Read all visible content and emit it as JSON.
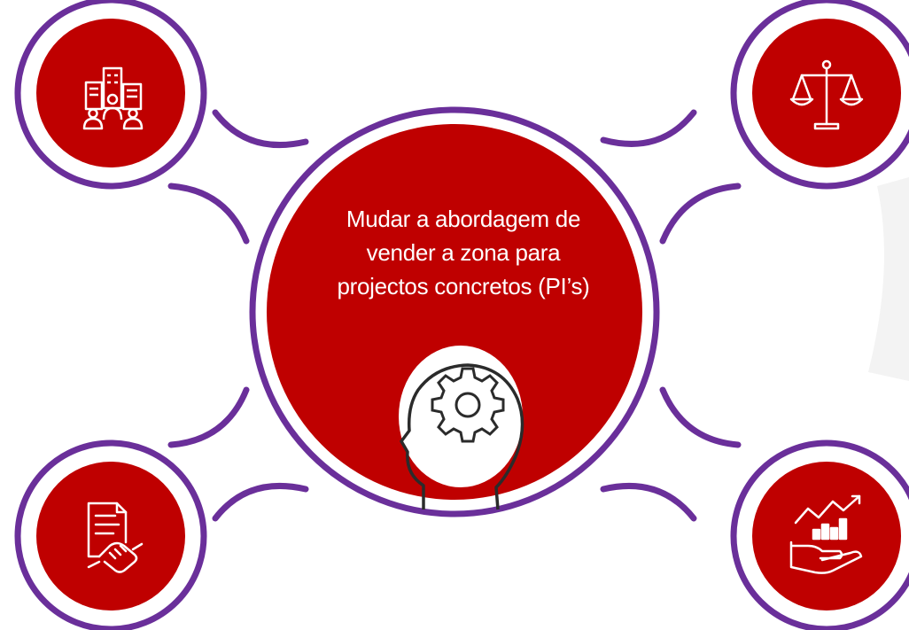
{
  "colors": {
    "ring": "#6a2f9a",
    "node_fill": "#bf0000",
    "icon_stroke": "#ffffff",
    "head_stroke": "#2b2b2b",
    "background": "#ffffff"
  },
  "center": {
    "lines": [
      "Mudar a abordagem de",
      "vender a zona para",
      "projectos concretos (PI’s)"
    ],
    "icon": "head-gear-icon"
  },
  "nodes": {
    "top_left": {
      "icon": "buildings-people-icon"
    },
    "top_right": {
      "icon": "balance-scale-icon"
    },
    "bottom_left": {
      "icon": "contract-handshake-icon"
    },
    "bottom_right": {
      "icon": "growth-chart-hand-icon"
    }
  }
}
